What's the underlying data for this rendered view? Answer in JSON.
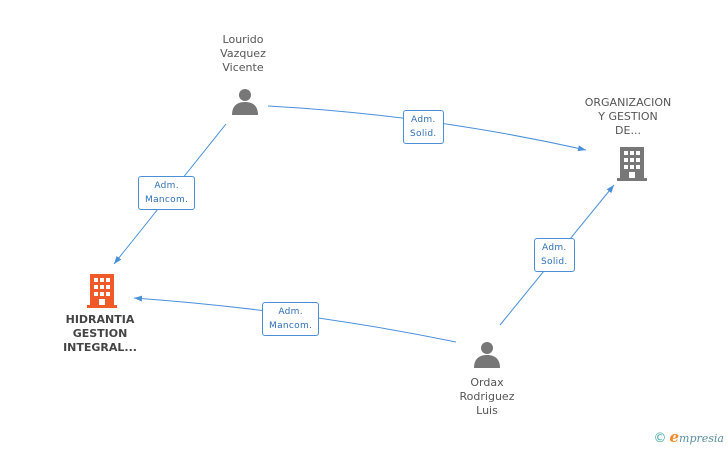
{
  "nodes": {
    "lourido": {
      "lines": [
        "Lourido",
        "Vazquez",
        "Vicente"
      ],
      "type": "person"
    },
    "organizacion": {
      "lines": [
        "ORGANIZACION",
        "Y GESTION",
        "DE..."
      ],
      "type": "company"
    },
    "hidrantia": {
      "lines": [
        "HIDRANTIA",
        "GESTION",
        "INTEGRAL..."
      ],
      "type": "company-main"
    },
    "ordax": {
      "lines": [
        "Ordax",
        "Rodriguez",
        "Luis"
      ],
      "type": "person"
    }
  },
  "edges": {
    "lourido_to_organizacion": [
      "Adm.",
      "Solid."
    ],
    "lourido_to_hidrantia": [
      "Adm.",
      "Mancom."
    ],
    "ordax_to_hidrantia": [
      "Adm.",
      "Mancom."
    ],
    "ordax_to_organizacion": [
      "Adm.",
      "Solid."
    ]
  },
  "colors": {
    "edge": "#4a90d9",
    "person_icon": "#777777",
    "company_icon": "#777777",
    "main_company_icon": "#f05a28"
  },
  "brand": {
    "copyright": "©",
    "initial": "e",
    "rest": "mpresia"
  }
}
